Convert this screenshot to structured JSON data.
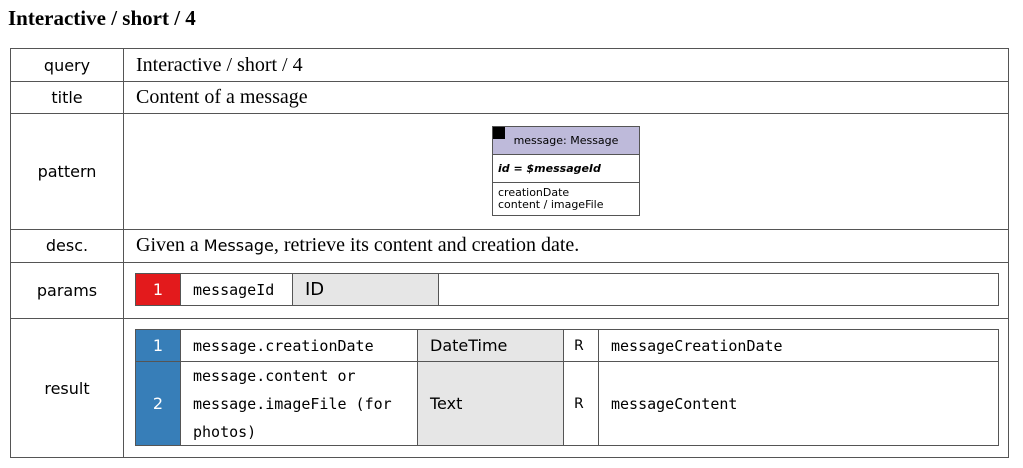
{
  "heading": "Interactive / short / 4",
  "rows": {
    "query": {
      "label": "query",
      "value": "Interactive / short / 4"
    },
    "title": {
      "label": "title",
      "value": "Content of a message"
    },
    "pattern": {
      "label": "pattern",
      "node_header": "message: Message",
      "node_constraint": "id = $messageId",
      "node_attrs": [
        "creationDate",
        "content / imageFile"
      ]
    },
    "desc": {
      "label": "desc.",
      "prefix": "Given a ",
      "entity": "Message",
      "suffix": ", retrieve its content and creation date."
    },
    "params": {
      "label": "params",
      "items": [
        {
          "num": "1",
          "name": "messageId",
          "type": "ID",
          "desc": ""
        }
      ]
    },
    "result": {
      "label": "result",
      "items": [
        {
          "num": "1",
          "expr": "message.creationDate",
          "type": "DateTime",
          "mode": "R",
          "name": "messageCreationDate"
        },
        {
          "num": "2",
          "expr": "message.content or message.imageFile (for photos)",
          "type": "Text",
          "mode": "R",
          "name": "messageContent"
        }
      ]
    }
  },
  "colors": {
    "param": "#e31a1c",
    "result": "#377eb8",
    "node_header": "#bebada"
  }
}
